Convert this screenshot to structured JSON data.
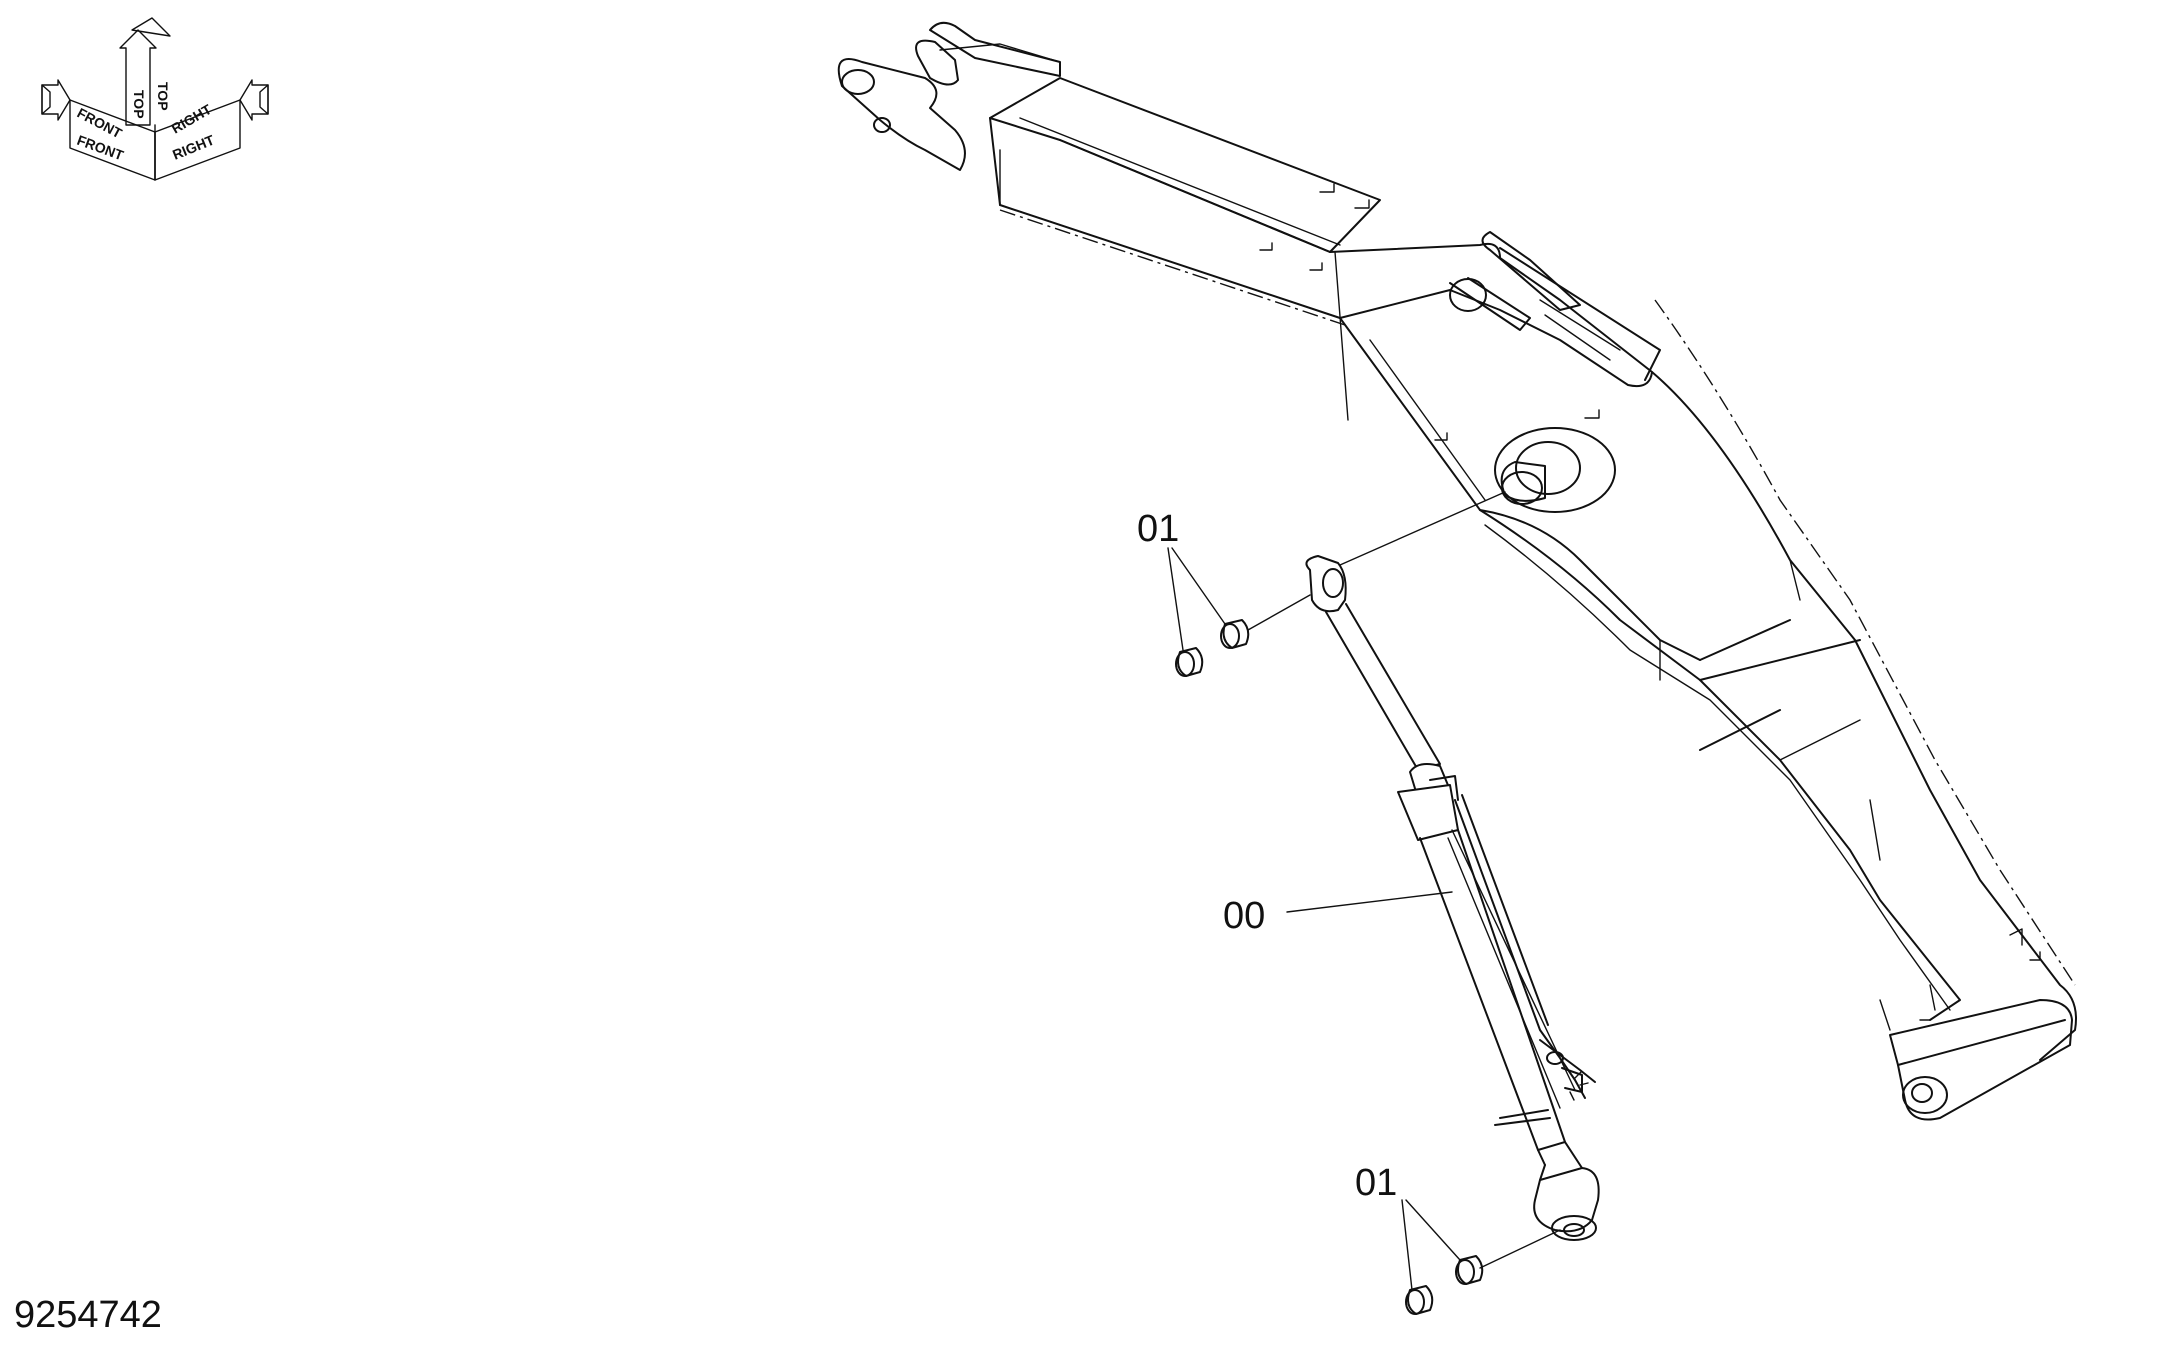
{
  "orientation": {
    "front_label": "FRONT",
    "front_mirror_label": "FRONT",
    "top_label": "TOP",
    "top_mirror_label": "TOP",
    "right_label": "RIGHT",
    "right_mirror_label": "RIGHT"
  },
  "callouts": {
    "cylinder": "00",
    "bushing_upper": "01",
    "bushing_lower": "01"
  },
  "drawing_number": "9254742"
}
